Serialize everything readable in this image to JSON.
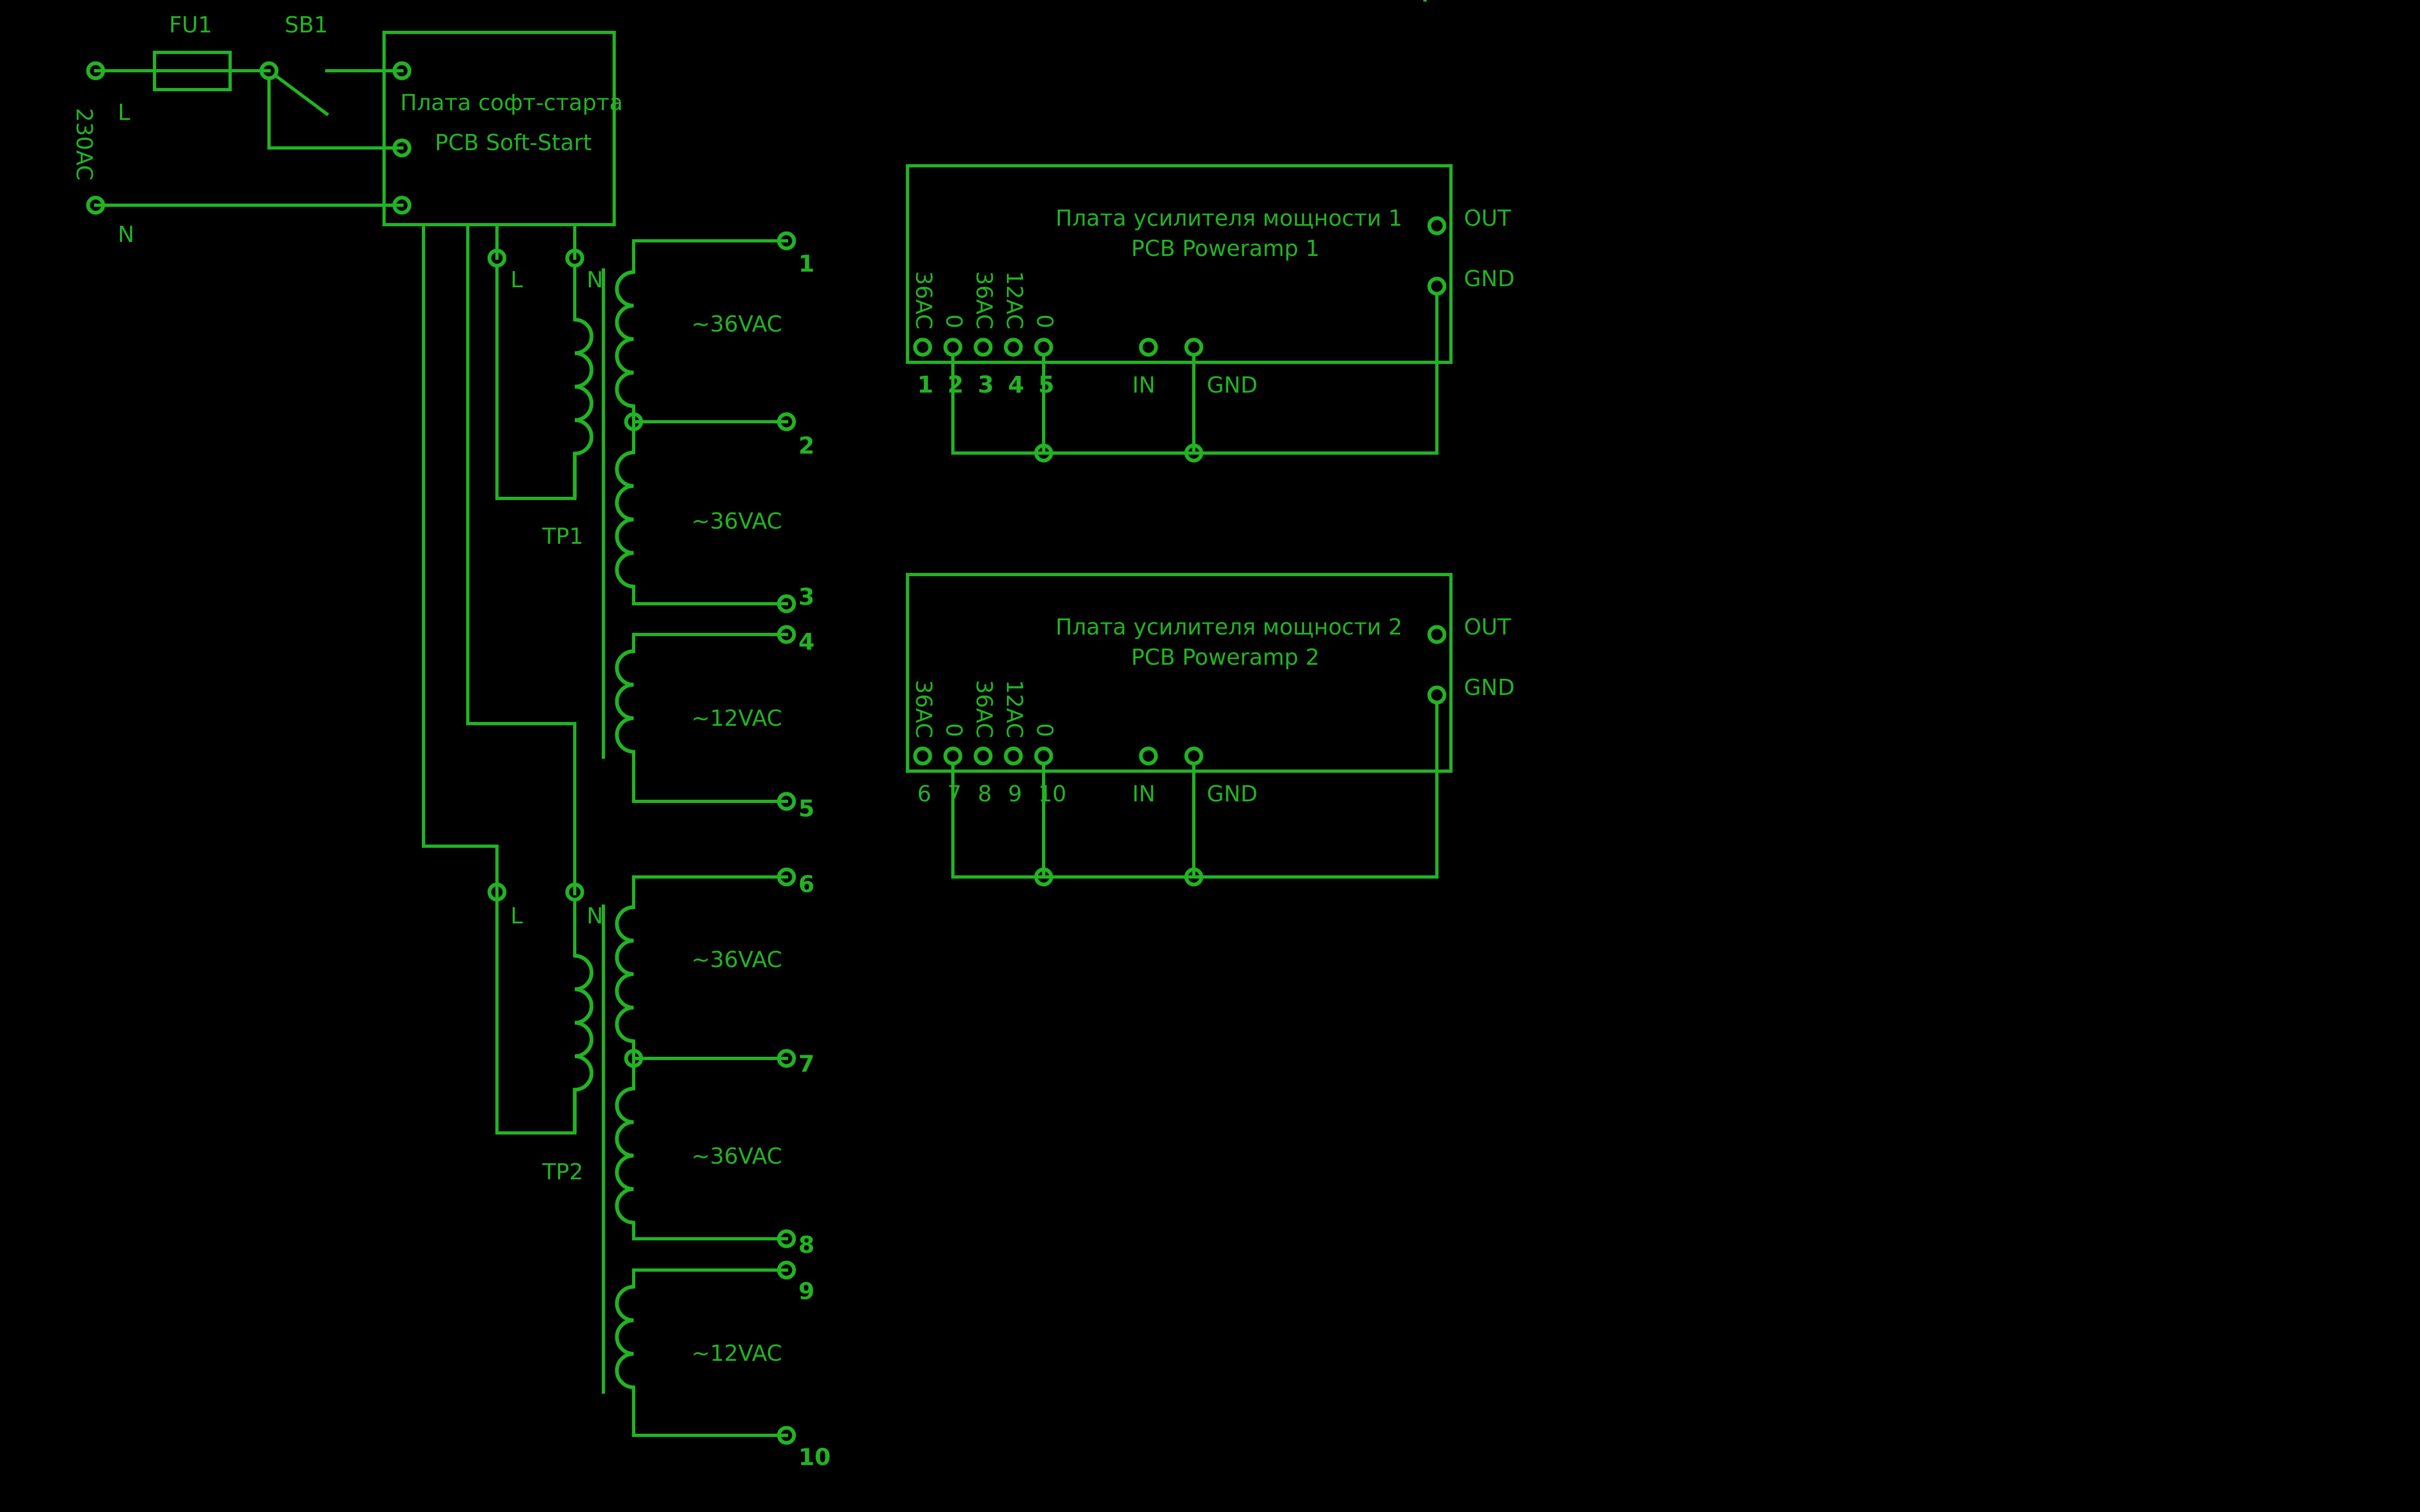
{
  "mains": {
    "voltage": "230AC",
    "line": "L",
    "neutral": "N"
  },
  "fuse": {
    "label": "FU1"
  },
  "switch": {
    "label": "SB1"
  },
  "softstart": {
    "title_ru": "Плата софт-старта",
    "title_en": "PCB Soft-Start",
    "line": "L",
    "neutral": "N"
  },
  "tr1": {
    "label": "ТР1",
    "line": "L",
    "neutral": "N",
    "windings": [
      "~36VAC",
      "~36VAC",
      "~12VAC"
    ],
    "terminals": [
      "1",
      "2",
      "3",
      "4",
      "5"
    ]
  },
  "tr2": {
    "label": "ТР2",
    "line": "L",
    "neutral": "N",
    "windings": [
      "~36VAC",
      "~36VAC",
      "~12VAC"
    ],
    "terminals": [
      "6",
      "7",
      "8",
      "9",
      "10"
    ]
  },
  "amp1": {
    "title_ru": "Плата усилителя мощности 1",
    "title_en": "PCB Poweramp 1",
    "out": "OUT",
    "gnd": "GND",
    "pin_labels": [
      "36AC",
      "0",
      "36AC",
      "12AC",
      "0"
    ],
    "pin_numbers": [
      "1",
      "2",
      "3",
      "4",
      "5"
    ],
    "in": "IN",
    "in_gnd": "GND"
  },
  "amp2": {
    "title_ru": "Плата усилителя мощности 2",
    "title_en": "PCB Poweramp 2",
    "out": "OUT",
    "gnd": "GND",
    "pin_labels": [
      "36AC",
      "0",
      "36AC",
      "12AC",
      "0"
    ],
    "pin_numbers": [
      "6",
      "7",
      "8",
      "9",
      "10"
    ],
    "in": "IN",
    "in_gnd": "GND"
  },
  "colors": {
    "background": "#000000",
    "trace": "#22b322"
  }
}
